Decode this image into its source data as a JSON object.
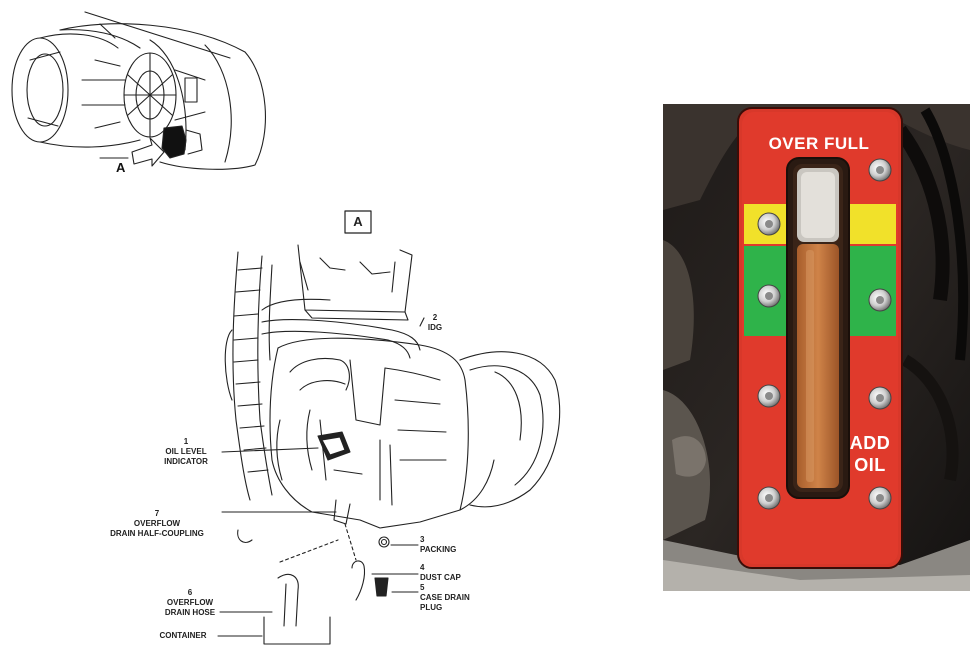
{
  "view_marker_inset": "A",
  "view_marker_detail": "A",
  "labels": {
    "idg": {
      "number": "2",
      "text": "IDG"
    },
    "oil_level_indicator": {
      "number": "1",
      "text_line1": "OIL LEVEL",
      "text_line2": "INDICATOR"
    },
    "overflow_coupling": {
      "number": "7",
      "text_line1": "OVERFLOW",
      "text_line2": "DRAIN HALF-COUPLING"
    },
    "packing": {
      "number": "3",
      "text": "PACKING"
    },
    "dust_cap": {
      "number": "4",
      "text": "DUST CAP"
    },
    "case_drain_plug": {
      "number": "5",
      "text_line1": "CASE DRAIN",
      "text_line2": "PLUG"
    },
    "overflow_hose": {
      "number": "6",
      "text_line1": "OVERFLOW",
      "text_line2": "DRAIN HOSE"
    },
    "container": {
      "text": "CONTAINER"
    }
  },
  "photo": {
    "top_label": "OVER FULL",
    "bottom_label_line1": "ADD",
    "bottom_label_line2": "OIL",
    "colors": {
      "plate_red": "#e03a2c",
      "band_yellow": "#f1e12a",
      "band_green": "#2fb34a",
      "oil": "#c0733a"
    }
  }
}
